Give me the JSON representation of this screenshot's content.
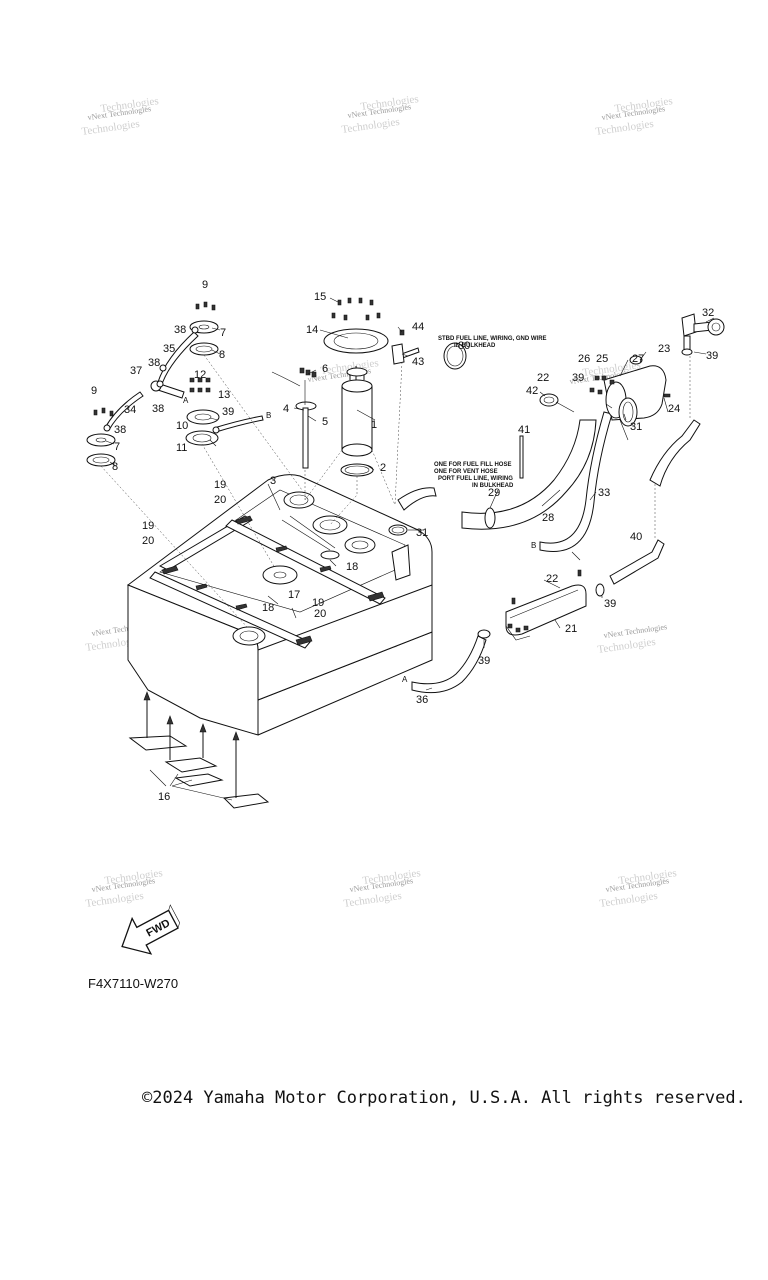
{
  "watermark": {
    "line1": "vNext Technologies",
    "line2": "Technologies"
  },
  "callouts": [
    "1",
    "2",
    "3",
    "4",
    "5",
    "6",
    "7",
    "7",
    "8",
    "8",
    "9",
    "9",
    "10",
    "11",
    "12",
    "13",
    "14",
    "15",
    "16",
    "17",
    "18",
    "18",
    "19",
    "19",
    "19",
    "20",
    "20",
    "20",
    "21",
    "22",
    "22",
    "23",
    "24",
    "25",
    "26",
    "27",
    "28",
    "29",
    "30",
    "31",
    "31",
    "32",
    "33",
    "34",
    "35",
    "36",
    "37",
    "38",
    "38",
    "38",
    "38",
    "39",
    "39",
    "39",
    "39",
    "39",
    "40",
    "41",
    "42",
    "43",
    "44",
    "A",
    "A",
    "B",
    "B"
  ],
  "notes": {
    "stbd": [
      "STBD FUEL LINE, WIRING, GND WIRE",
      "IN BULKHEAD"
    ],
    "port": [
      "ONE FOR FUEL FILL HOSE",
      "ONE FOR VENT HOSE",
      "PORT FUEL LINE, WIRING",
      "IN BULKHEAD"
    ]
  },
  "fwd_label": "FWD",
  "drawing_code": "F4X7110-W270",
  "copyright": "©2024 Yamaha Motor Corporation, U.S.A. All rights reserved."
}
